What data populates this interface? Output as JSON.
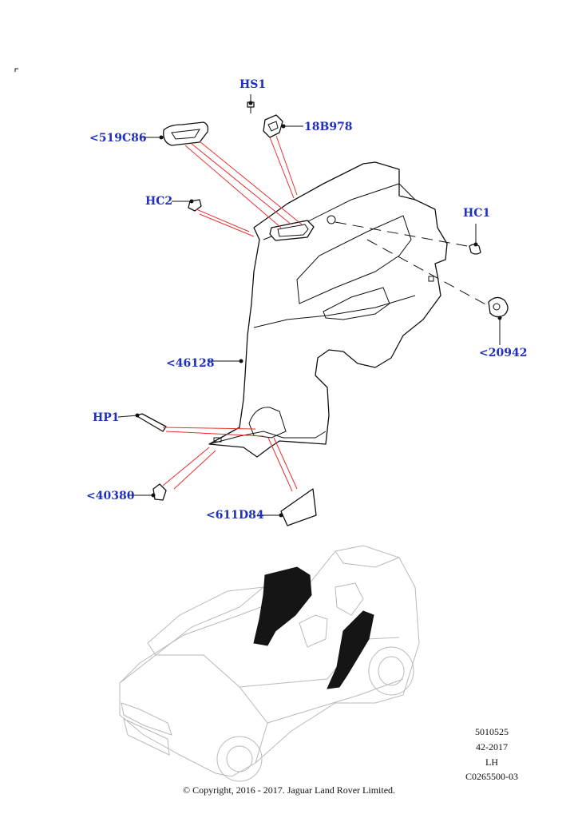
{
  "callouts": {
    "hs1": "HS1",
    "c519": "<519C86",
    "c18b": "18B978",
    "hc2": "HC2",
    "hc1": "HC1",
    "c46128": "<46128",
    "c20942": "<20942",
    "hp1": "HP1",
    "c40380": "<40380",
    "c611": "<611D84"
  },
  "metadata": {
    "code1": "5010525",
    "code2": "42-2017",
    "side": "LH",
    "ref": "C0265500-03"
  },
  "copyright": "© Copyright, 2016 - 2017. Jaguar Land Rover Limited.",
  "colors": {
    "callout_text": "#1f2fbf",
    "reference_lines": "#e8302f",
    "linework": "#111111",
    "car_outline": "#b9b9b9"
  }
}
